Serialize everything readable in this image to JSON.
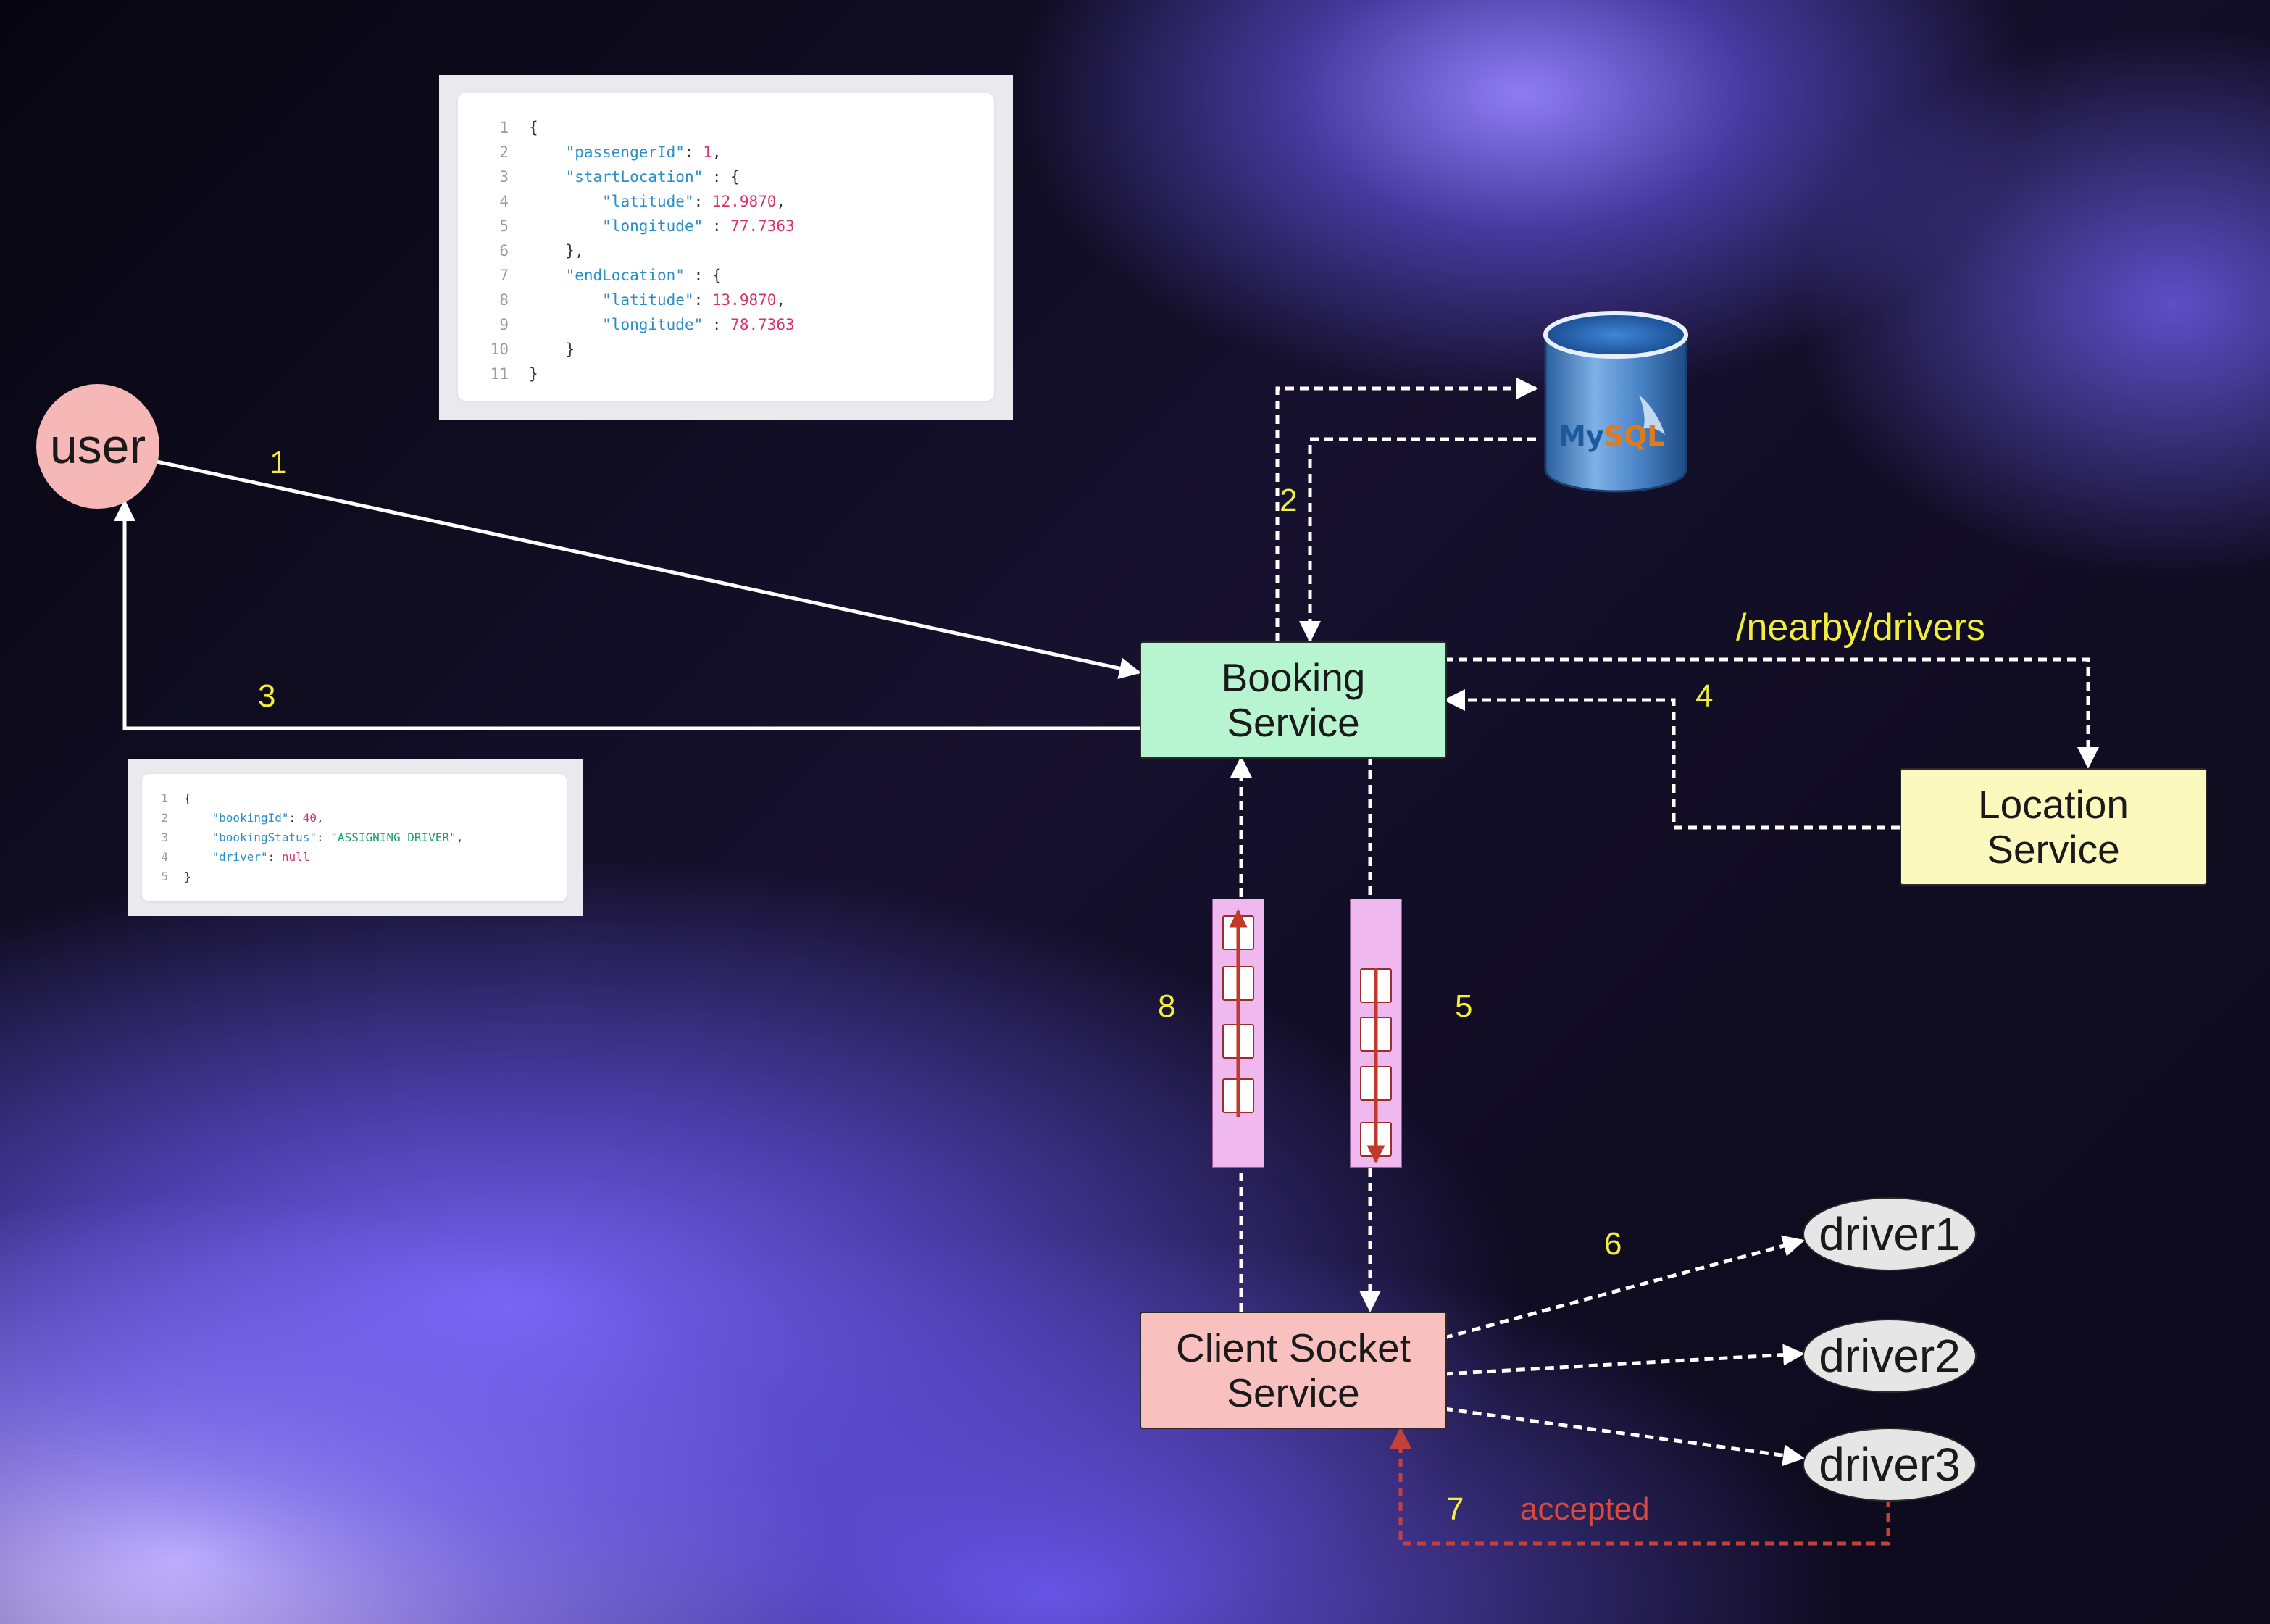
{
  "request_json": {
    "lines": [
      {
        "n": "1",
        "parts": [
          {
            "t": "{",
            "c": "p"
          }
        ]
      },
      {
        "n": "2",
        "parts": [
          {
            "t": "    ",
            "c": "p"
          },
          {
            "t": "\"passengerId\"",
            "c": "k"
          },
          {
            "t": ": ",
            "c": "p"
          },
          {
            "t": "1",
            "c": "n"
          },
          {
            "t": ",",
            "c": "p"
          }
        ]
      },
      {
        "n": "3",
        "parts": [
          {
            "t": "    ",
            "c": "p"
          },
          {
            "t": "\"startLocation\"",
            "c": "k"
          },
          {
            "t": " : {",
            "c": "p"
          }
        ]
      },
      {
        "n": "4",
        "parts": [
          {
            "t": "        ",
            "c": "p"
          },
          {
            "t": "\"latitude\"",
            "c": "k"
          },
          {
            "t": ": ",
            "c": "p"
          },
          {
            "t": "12.9870",
            "c": "n"
          },
          {
            "t": ",",
            "c": "p"
          }
        ]
      },
      {
        "n": "5",
        "parts": [
          {
            "t": "        ",
            "c": "p"
          },
          {
            "t": "\"longitude\"",
            "c": "k"
          },
          {
            "t": " : ",
            "c": "p"
          },
          {
            "t": "77.7363",
            "c": "n"
          }
        ]
      },
      {
        "n": "6",
        "parts": [
          {
            "t": "    },",
            "c": "p"
          }
        ]
      },
      {
        "n": "7",
        "parts": [
          {
            "t": "    ",
            "c": "p"
          },
          {
            "t": "\"endLocation\"",
            "c": "k"
          },
          {
            "t": " : {",
            "c": "p"
          }
        ]
      },
      {
        "n": "8",
        "parts": [
          {
            "t": "        ",
            "c": "p"
          },
          {
            "t": "\"latitude\"",
            "c": "k"
          },
          {
            "t": ": ",
            "c": "p"
          },
          {
            "t": "13.9870",
            "c": "n"
          },
          {
            "t": ",",
            "c": "p"
          }
        ]
      },
      {
        "n": "9",
        "parts": [
          {
            "t": "        ",
            "c": "p"
          },
          {
            "t": "\"longitude\"",
            "c": "k"
          },
          {
            "t": " : ",
            "c": "p"
          },
          {
            "t": "78.7363",
            "c": "n"
          }
        ]
      },
      {
        "n": "10",
        "parts": [
          {
            "t": "    }",
            "c": "p"
          }
        ]
      },
      {
        "n": "11",
        "parts": [
          {
            "t": "}",
            "c": "p"
          }
        ]
      }
    ]
  },
  "response_json": {
    "lines": [
      {
        "n": "1",
        "parts": [
          {
            "t": "{",
            "c": "p"
          }
        ]
      },
      {
        "n": "2",
        "parts": [
          {
            "t": "    ",
            "c": "p"
          },
          {
            "t": "\"bookingId\"",
            "c": "k"
          },
          {
            "t": ": ",
            "c": "p"
          },
          {
            "t": "40",
            "c": "n"
          },
          {
            "t": ",",
            "c": "p"
          }
        ]
      },
      {
        "n": "3",
        "parts": [
          {
            "t": "    ",
            "c": "p"
          },
          {
            "t": "\"bookingStatus\"",
            "c": "k"
          },
          {
            "t": ": ",
            "c": "p"
          },
          {
            "t": "\"ASSIGNING_DRIVER\"",
            "c": "s"
          },
          {
            "t": ",",
            "c": "p"
          }
        ]
      },
      {
        "n": "4",
        "parts": [
          {
            "t": "    ",
            "c": "p"
          },
          {
            "t": "\"driver\"",
            "c": "k"
          },
          {
            "t": ": ",
            "c": "p"
          },
          {
            "t": "null",
            "c": "n"
          }
        ]
      },
      {
        "n": "5",
        "parts": [
          {
            "t": "}",
            "c": "p"
          }
        ]
      }
    ]
  },
  "nodes": {
    "user": "user",
    "booking_service": [
      "Booking",
      "Service"
    ],
    "location_service": [
      "Location",
      "Service"
    ],
    "client_socket_service": [
      "Client Socket",
      "Service"
    ],
    "database": "MySQL",
    "drivers": [
      "driver1",
      "driver2",
      "driver3"
    ]
  },
  "edge_labels": {
    "step1": "1",
    "step2": "2",
    "step3": "3",
    "step4": "4",
    "step5": "5",
    "step6": "6",
    "step7": "7",
    "step8": "8",
    "nearby": "/nearby/drivers",
    "accepted": "accepted"
  },
  "colors": {
    "booking": "#b6f5cf",
    "location": "#fbf9be",
    "socket": "#f9c0c0",
    "user": "#f6b7b7",
    "driver": "#e6e6e6",
    "queue": "#efb8ef",
    "label_yellow": "#f2ee3c",
    "label_red": "#d94a3c"
  }
}
